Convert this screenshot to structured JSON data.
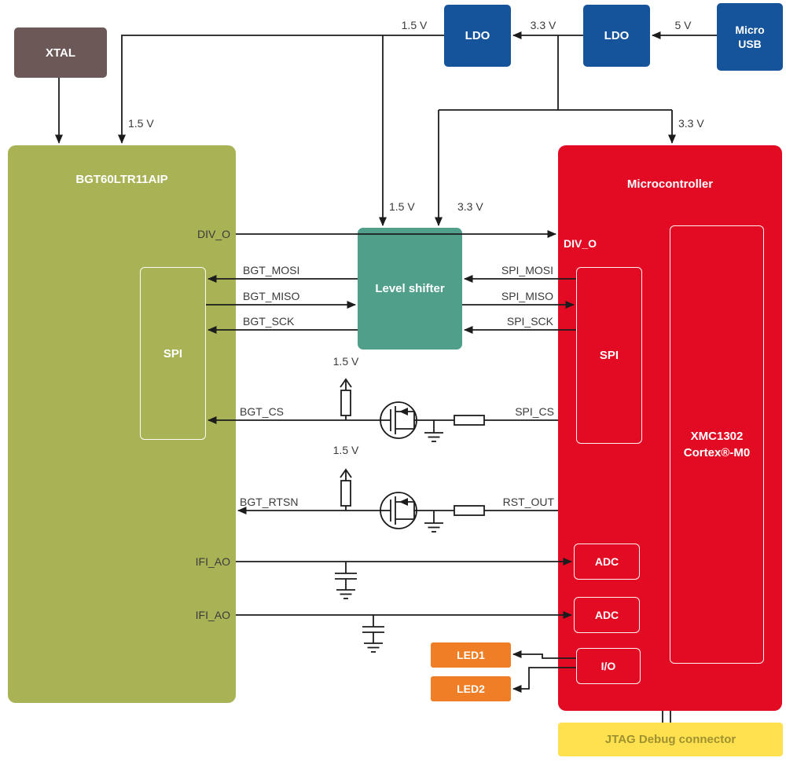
{
  "diagram": {
    "blocks": {
      "xtal": "XTAL",
      "ldo1": "LDO",
      "ldo2": "LDO",
      "usb_line1": "Micro",
      "usb_line2": "USB",
      "bgt_title": "BGT60LTR11AIP",
      "bgt_spi": "SPI",
      "level_shifter": "Level shifter",
      "mcu_title": "Microcontroller",
      "mcu_spi": "SPI",
      "core_line1": "XMC1302",
      "core_line2": "Cortex®-M0",
      "adc1": "ADC",
      "adc2": "ADC",
      "io": "I/O",
      "led1": "LED1",
      "led2": "LED2",
      "jtag": "JTAG Debug connector"
    },
    "voltages": {
      "v5": "5 V",
      "v33_ldo": "3.3 V",
      "v15_ldo": "1.5 V",
      "v15_bgt": "1.5 V",
      "v33_mcu": "3.3 V",
      "v15_shifter": "1.5 V",
      "v33_shifter": "3.3 V",
      "v15_cs": "1.5 V",
      "v15_rst": "1.5 V"
    },
    "signals": {
      "div_o_bgt": "DIV_O",
      "div_o_mcu": "DIV_O",
      "bgt_mosi": "BGT_MOSI",
      "bgt_miso": "BGT_MISO",
      "bgt_sck": "BGT_SCK",
      "spi_mosi": "SPI_MOSI",
      "spi_miso": "SPI_MISO",
      "spi_sck": "SPI_SCK",
      "bgt_cs": "BGT_CS",
      "spi_cs": "SPI_CS",
      "bgt_rtsn": "BGT_RTSN",
      "rst_out": "RST_OUT",
      "ifi_ao_1": "IFI_AO",
      "ifi_ao_2": "IFI_AO"
    },
    "colors": {
      "bgt_green": "#a9b356",
      "mcu_red": "#e30a24",
      "ldo_blue": "#15549b",
      "shifter_teal": "#4f9f8b",
      "led_orange": "#f07e26",
      "jtag_yellow": "#ffe14f",
      "xtal_brown": "#6b5857",
      "wire_black": "#1c1c1c"
    }
  }
}
